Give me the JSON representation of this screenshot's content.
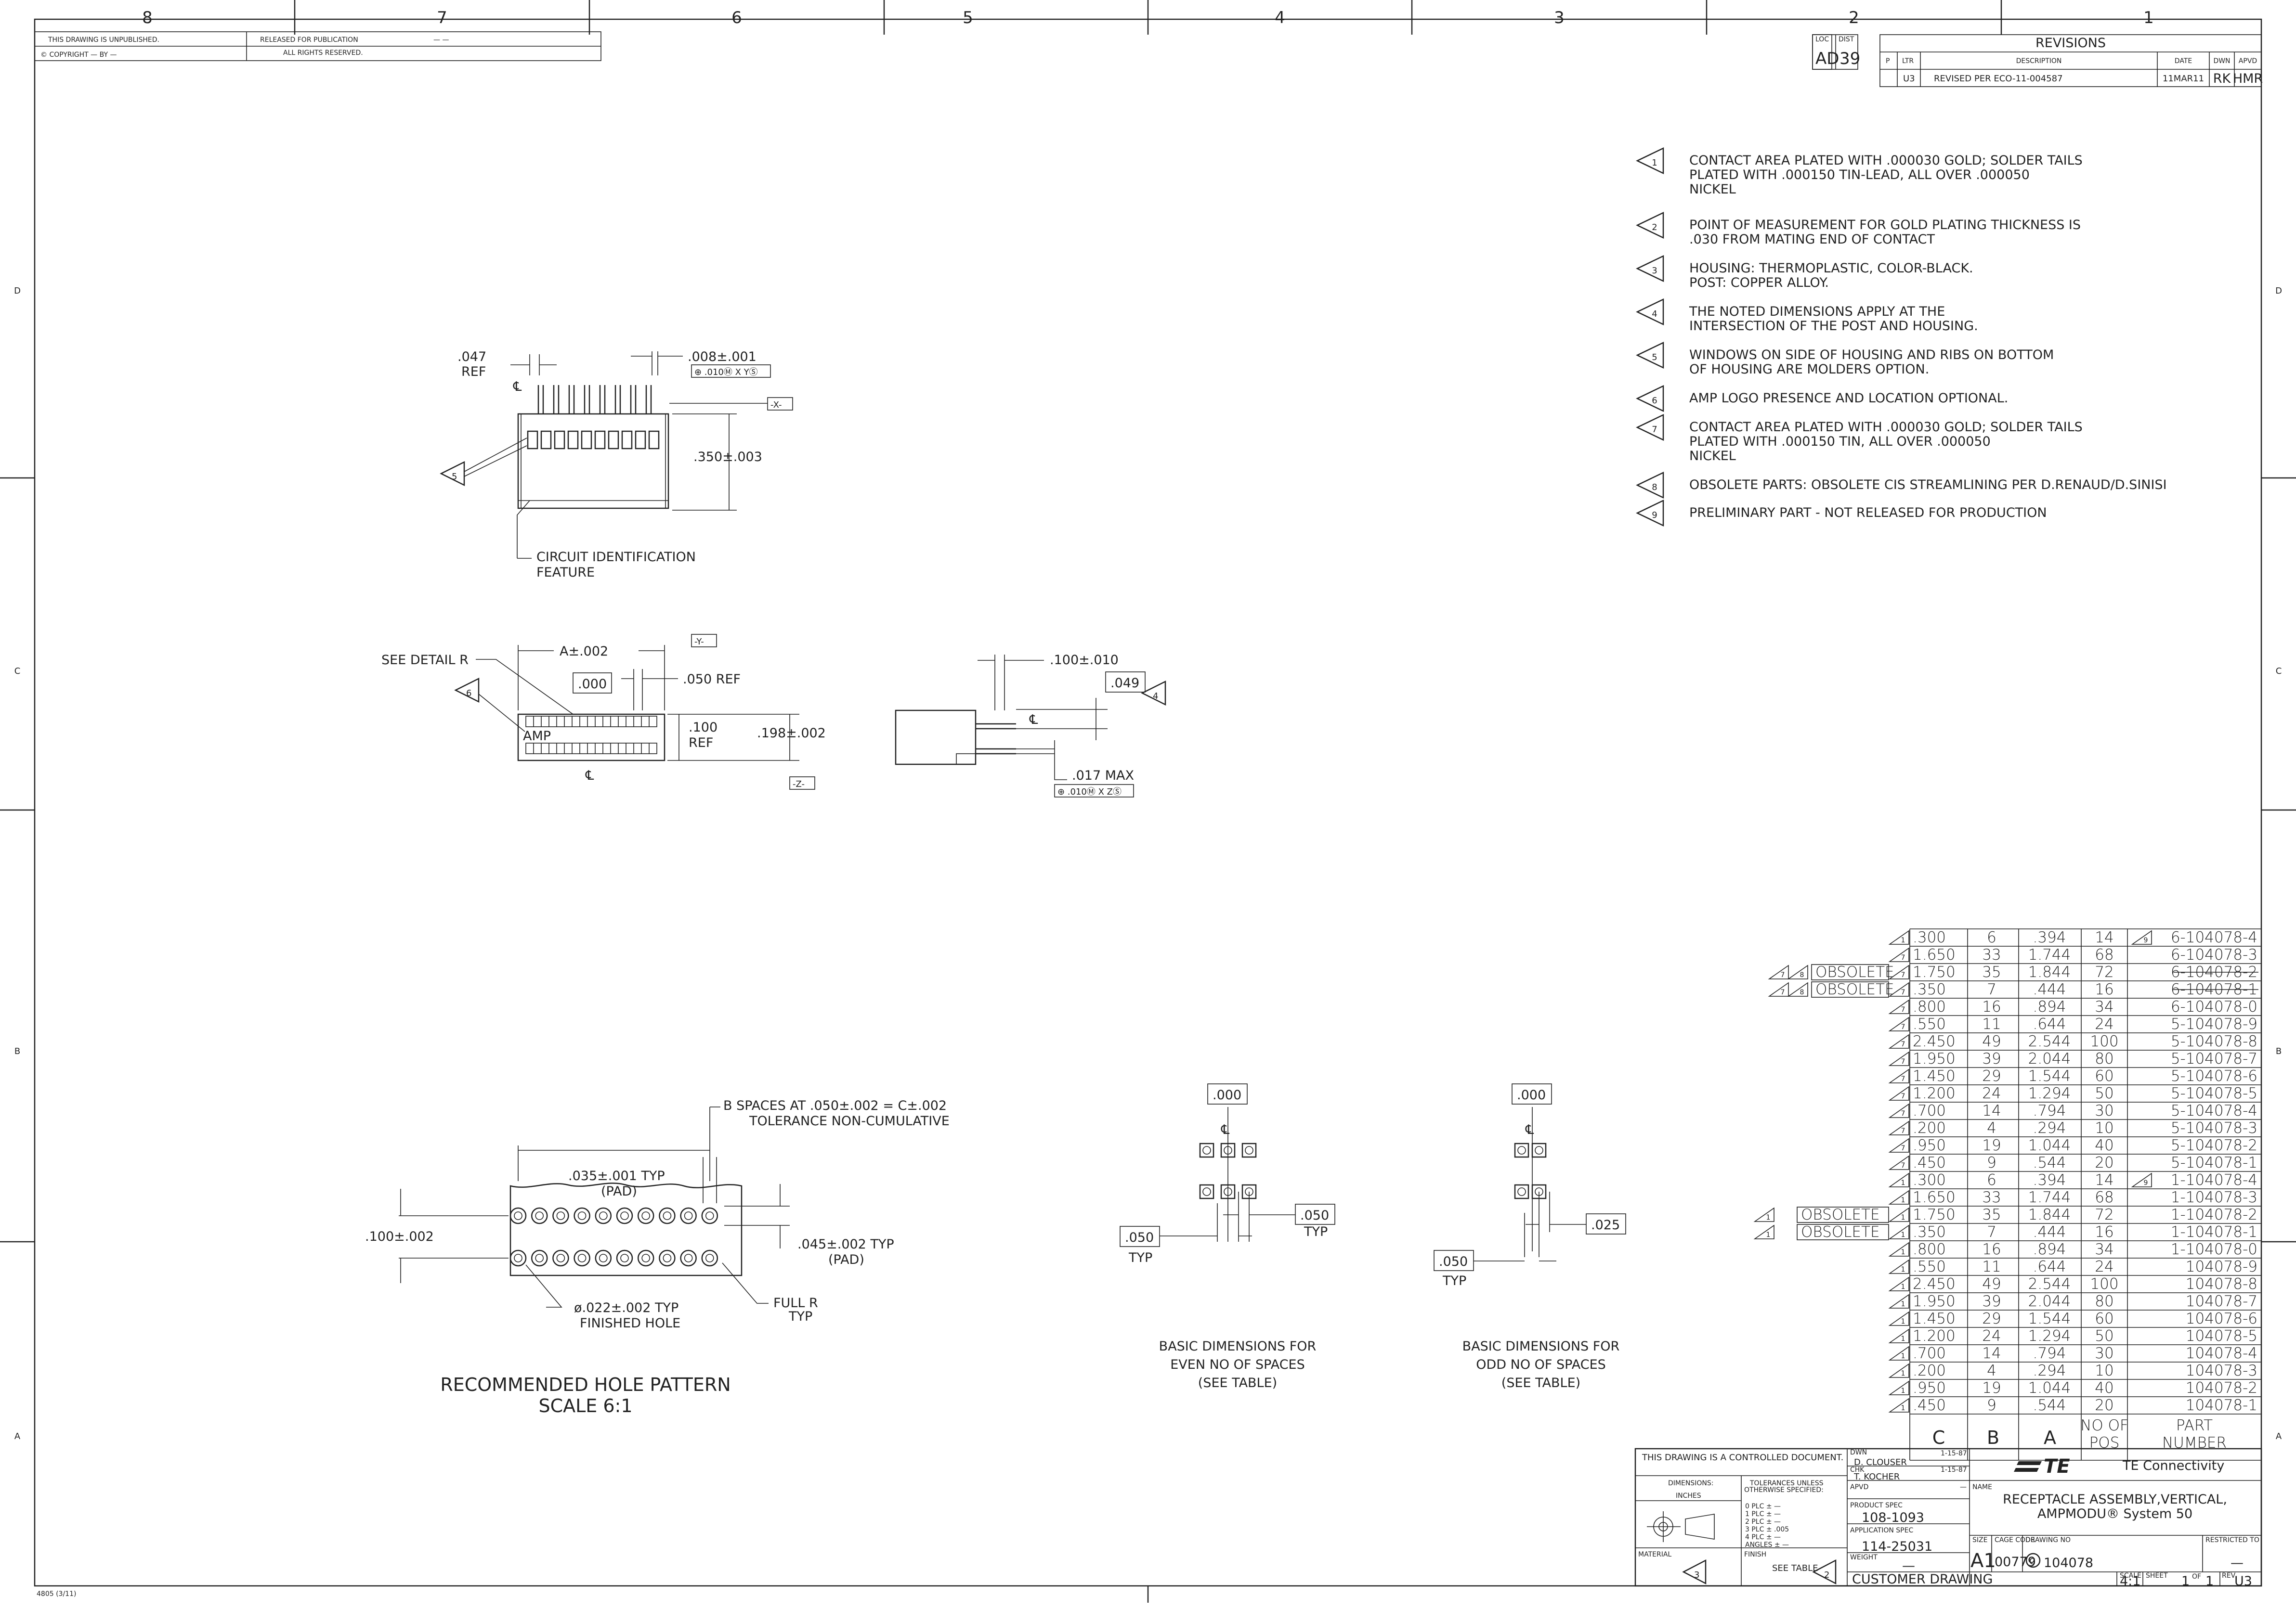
{
  "zone_columns": [
    "8",
    "7",
    "6",
    "5",
    "4",
    "3",
    "2",
    "1"
  ],
  "zone_rows": [
    "D",
    "C",
    "B",
    "A"
  ],
  "header": {
    "unpublished": "THIS DRAWING IS UNPUBLISHED.",
    "copyright": "© COPYRIGHT  —   BY —",
    "released": "RELEASED FOR PUBLICATION",
    "rights": "ALL RIGHTS RESERVED.",
    "released_mark": "—  —"
  },
  "revision_block": {
    "loc_label": "LOC",
    "loc": "AD",
    "dist_label": "DIST",
    "dist": "39",
    "title": "REVISIONS",
    "col_p": "P",
    "col_ltr": "LTR",
    "col_desc": "DESCRIPTION",
    "col_date": "DATE",
    "col_dwn": "DWN",
    "col_apvd": "APVD",
    "ltr": "U3",
    "desc": "REVISED PER ECO-11-004587",
    "date": "11MAR11",
    "dwn": "RK",
    "apvd": "HMR"
  },
  "notes": [
    {
      "num": "1",
      "lines": [
        "CONTACT AREA PLATED WITH .000030  GOLD; SOLDER TAILS",
        "PLATED WITH .000150  TIN-LEAD, ALL OVER .000050",
        "NICKEL"
      ]
    },
    {
      "num": "2",
      "lines": [
        "POINT OF MEASUREMENT FOR GOLD PLATING THICKNESS IS",
        ".030 FROM MATING END OF CONTACT"
      ]
    },
    {
      "num": "3",
      "lines": [
        "HOUSING: THERMOPLASTIC, COLOR-BLACK.",
        "POST: COPPER ALLOY."
      ]
    },
    {
      "num": "4",
      "lines": [
        "THE NOTED DIMENSIONS APPLY AT THE",
        "INTERSECTION OF THE POST AND HOUSING."
      ]
    },
    {
      "num": "5",
      "lines": [
        "WINDOWS ON SIDE OF HOUSING AND RIBS ON BOTTOM",
        "OF HOUSING ARE MOLDERS OPTION."
      ]
    },
    {
      "num": "6",
      "lines": [
        "AMP LOGO PRESENCE AND LOCATION OPTIONAL."
      ]
    },
    {
      "num": "7",
      "lines": [
        "CONTACT AREA PLATED WITH .000030  GOLD; SOLDER TAILS",
        "PLATED WITH .000150  TIN, ALL OVER .000050",
        "NICKEL"
      ]
    },
    {
      "num": "8",
      "lines": [
        "OBSOLETE PARTS: OBSOLETE CIS STREAMLINING PER D.RENAUD/D.SINISI"
      ]
    },
    {
      "num": "9",
      "lines": [
        "PRELIMINARY PART - NOT RELEASED FOR PRODUCTION"
      ]
    }
  ],
  "views": {
    "front": {
      "d1": ".047",
      "d1b": "REF",
      "d2": ".008±.001",
      "fcf": "⊕ .010Ⓜ X YⓈ",
      "datum_x": "-X-",
      "d3": ".350±.003",
      "balloon": "5",
      "cl": "℄",
      "callout1": "CIRCUIT IDENTIFICATION",
      "callout2": "FEATURE"
    },
    "top": {
      "detail": "SEE DETAIL R",
      "dimA": "A±.002",
      "datum_y": "-Y-",
      "basic0": ".000",
      "d050": ".050 REF",
      "d100": ".100",
      "d100b": "REF",
      "d198": ".198±.002",
      "datum_z": "-Z-",
      "balloon": "6",
      "logo": "AMP",
      "cl": "℄"
    },
    "side": {
      "d100": ".100±.010",
      "d049": ".049",
      "balloon": "4",
      "d017": ".017 MAX",
      "fcf": "⊕ .010Ⓜ X ZⓈ",
      "cl": "℄"
    },
    "pattern": {
      "spaces1": "B SPACES AT .050±.002 = C±.002",
      "spaces2": "TOLERANCE NON-CUMULATIVE",
      "pad1": ".035±.001 TYP",
      "pad1b": "(PAD)",
      "pitch": ".100±.002",
      "pad2": ".045±.002 TYP",
      "pad2b": "(PAD)",
      "hole1": "ø.022±.002 TYP",
      "hole2": "FINISHED HOLE",
      "fullr": "FULL R",
      "fullrb": "TYP",
      "title1": "RECOMMENDED HOLE PATTERN",
      "title2": "SCALE 6:1"
    },
    "even": {
      "basic0": ".000",
      "cl": "℄",
      "d050a": ".050",
      "d050atyp": "TYP",
      "d050b": ".050",
      "d050btyp": "TYP",
      "cap1": "BASIC DIMENSIONS FOR",
      "cap2": "EVEN NO OF SPACES",
      "cap3": "(SEE TABLE)"
    },
    "odd": {
      "basic0": ".000",
      "cl": "℄",
      "d025": ".025",
      "d050": ".050",
      "d050typ": "TYP",
      "cap1": "BASIC DIMENSIONS FOR",
      "cap2": "ODD NO OF SPACES",
      "cap3": "(SEE TABLE)"
    }
  },
  "table": {
    "headers": {
      "c": "C",
      "b": "B",
      "a": "A",
      "pos1": "NO OF",
      "pos2": "POS",
      "part1": "PART",
      "part2": "NUMBER"
    },
    "obsolete_label": "OBSOLETE",
    "rows": [
      {
        "note": "1",
        "extra": "",
        "c": ".300",
        "b": "6",
        "a": ".394",
        "pos": "14",
        "pre": "9",
        "part": "6-104078-4",
        "struck": false
      },
      {
        "note": "7",
        "extra": "",
        "c": "1.650",
        "b": "33",
        "a": "1.744",
        "pos": "68",
        "pre": "",
        "part": "6-104078-3",
        "struck": false
      },
      {
        "note": "7",
        "extra": "8",
        "c": "1.750",
        "b": "35",
        "a": "1.844",
        "pos": "72",
        "pre": "",
        "part": "6-104078-2",
        "struck": true
      },
      {
        "note": "7",
        "extra": "8",
        "c": ".350",
        "b": "7",
        "a": ".444",
        "pos": "16",
        "pre": "",
        "part": "6-104078-1",
        "struck": true
      },
      {
        "note": "7",
        "extra": "",
        "c": ".800",
        "b": "16",
        "a": ".894",
        "pos": "34",
        "pre": "",
        "part": "6-104078-0",
        "struck": false
      },
      {
        "note": "7",
        "extra": "",
        "c": ".550",
        "b": "11",
        "a": ".644",
        "pos": "24",
        "pre": "",
        "part": "5-104078-9",
        "struck": false
      },
      {
        "note": "7",
        "extra": "",
        "c": "2.450",
        "b": "49",
        "a": "2.544",
        "pos": "100",
        "pre": "",
        "part": "5-104078-8",
        "struck": false
      },
      {
        "note": "7",
        "extra": "",
        "c": "1.950",
        "b": "39",
        "a": "2.044",
        "pos": "80",
        "pre": "",
        "part": "5-104078-7",
        "struck": false
      },
      {
        "note": "7",
        "extra": "",
        "c": "1.450",
        "b": "29",
        "a": "1.544",
        "pos": "60",
        "pre": "",
        "part": "5-104078-6",
        "struck": false
      },
      {
        "note": "7",
        "extra": "",
        "c": "1.200",
        "b": "24",
        "a": "1.294",
        "pos": "50",
        "pre": "",
        "part": "5-104078-5",
        "struck": false
      },
      {
        "note": "7",
        "extra": "",
        "c": ".700",
        "b": "14",
        "a": ".794",
        "pos": "30",
        "pre": "",
        "part": "5-104078-4",
        "struck": false
      },
      {
        "note": "7",
        "extra": "",
        "c": ".200",
        "b": "4",
        "a": ".294",
        "pos": "10",
        "pre": "",
        "part": "5-104078-3",
        "struck": false
      },
      {
        "note": "7",
        "extra": "",
        "c": ".950",
        "b": "19",
        "a": "1.044",
        "pos": "40",
        "pre": "",
        "part": "5-104078-2",
        "struck": false
      },
      {
        "note": "7",
        "extra": "",
        "c": ".450",
        "b": "9",
        "a": ".544",
        "pos": "20",
        "pre": "",
        "part": "5-104078-1",
        "struck": false
      },
      {
        "note": "1",
        "extra": "",
        "c": ".300",
        "b": "6",
        "a": ".394",
        "pos": "14",
        "pre": "9",
        "part": "1-104078-4",
        "struck": false
      },
      {
        "note": "1",
        "extra": "",
        "c": "1.650",
        "b": "33",
        "a": "1.744",
        "pos": "68",
        "pre": "",
        "part": "1-104078-3",
        "struck": false
      },
      {
        "note": "1",
        "extra": "",
        "c": "1.750",
        "b": "35",
        "a": "1.844",
        "pos": "72",
        "pre": "",
        "part": "1-104078-2",
        "struck": false,
        "obsolete": true
      },
      {
        "note": "1",
        "extra": "",
        "c": ".350",
        "b": "7",
        "a": ".444",
        "pos": "16",
        "pre": "",
        "part": "1-104078-1",
        "struck": false,
        "obsolete": true
      },
      {
        "note": "1",
        "extra": "",
        "c": ".800",
        "b": "16",
        "a": ".894",
        "pos": "34",
        "pre": "",
        "part": "1-104078-0",
        "struck": false
      },
      {
        "note": "1",
        "extra": "",
        "c": ".550",
        "b": "11",
        "a": ".644",
        "pos": "24",
        "pre": "",
        "part": "104078-9",
        "struck": false
      },
      {
        "note": "1",
        "extra": "",
        "c": "2.450",
        "b": "49",
        "a": "2.544",
        "pos": "100",
        "pre": "",
        "part": "104078-8",
        "struck": false
      },
      {
        "note": "1",
        "extra": "",
        "c": "1.950",
        "b": "39",
        "a": "2.044",
        "pos": "80",
        "pre": "",
        "part": "104078-7",
        "struck": false
      },
      {
        "note": "1",
        "extra": "",
        "c": "1.450",
        "b": "29",
        "a": "1.544",
        "pos": "60",
        "pre": "",
        "part": "104078-6",
        "struck": false
      },
      {
        "note": "1",
        "extra": "",
        "c": "1.200",
        "b": "24",
        "a": "1.294",
        "pos": "50",
        "pre": "",
        "part": "104078-5",
        "struck": false
      },
      {
        "note": "1",
        "extra": "",
        "c": ".700",
        "b": "14",
        "a": ".794",
        "pos": "30",
        "pre": "",
        "part": "104078-4",
        "struck": false
      },
      {
        "note": "1",
        "extra": "",
        "c": ".200",
        "b": "4",
        "a": ".294",
        "pos": "10",
        "pre": "",
        "part": "104078-3",
        "struck": false
      },
      {
        "note": "1",
        "extra": "",
        "c": ".950",
        "b": "19",
        "a": "1.044",
        "pos": "40",
        "pre": "",
        "part": "104078-2",
        "struck": false
      },
      {
        "note": "1",
        "extra": "",
        "c": ".450",
        "b": "9",
        "a": ".544",
        "pos": "20",
        "pre": "",
        "part": "104078-1",
        "struck": false
      }
    ]
  },
  "title_block": {
    "controlled": "THIS DRAWING IS A CONTROLLED DOCUMENT.",
    "dimensions": "DIMENSIONS:",
    "inches": "INCHES",
    "tol1": "TOLERANCES UNLESS",
    "tol2": "OTHERWISE SPECIFIED:",
    "plc": [
      "0 PLC    ± —",
      "1 PLC    ± —",
      "2 PLC    ± —",
      "3 PLC    ± .005",
      "4 PLC    ± —",
      "ANGLES       ± —"
    ],
    "material": "MATERIAL",
    "material_note": "3",
    "finish": "FINISH",
    "finish_val": "SEE TABLE",
    "finish_note": "2",
    "dwn_label": "DWN",
    "dwn": "D. CLOUSER",
    "dwn_date": "1-15-87",
    "chk_label": "CHK",
    "chk": "T. KOCHER",
    "chk_date": "1-15-87",
    "apvd_label": "APVD",
    "apvd": "—",
    "prod_spec_label": "PRODUCT SPEC",
    "prod_spec": "108-1093",
    "app_spec_label": "APPLICATION SPEC",
    "app_spec": "114-25031",
    "weight_label": "WEIGHT",
    "weight": "—",
    "customer": "CUSTOMER DRAWING",
    "company_logo": "TE",
    "company": "TE Connectivity",
    "name_label": "NAME",
    "name1": "RECEPTACLE ASSEMBLY,VERTICAL,",
    "name2": "AMPMODU® System 50",
    "size_label": "SIZE",
    "size": "A1",
    "cage_label": "CAGE CODE",
    "cage": "00779",
    "dwgno_label": "DRAWING NO",
    "dwgno": "104078",
    "dwgno_prefix": "C",
    "restricted_label": "RESTRICTED TO",
    "restricted": "—",
    "scale_label": "SCALE",
    "scale": "4:1",
    "sheet_label": "SHEET",
    "sheet": "1",
    "of_label": "OF",
    "of": "1",
    "rev_label": "REV",
    "rev": "U3"
  },
  "form_id": "4805 (3/11)"
}
